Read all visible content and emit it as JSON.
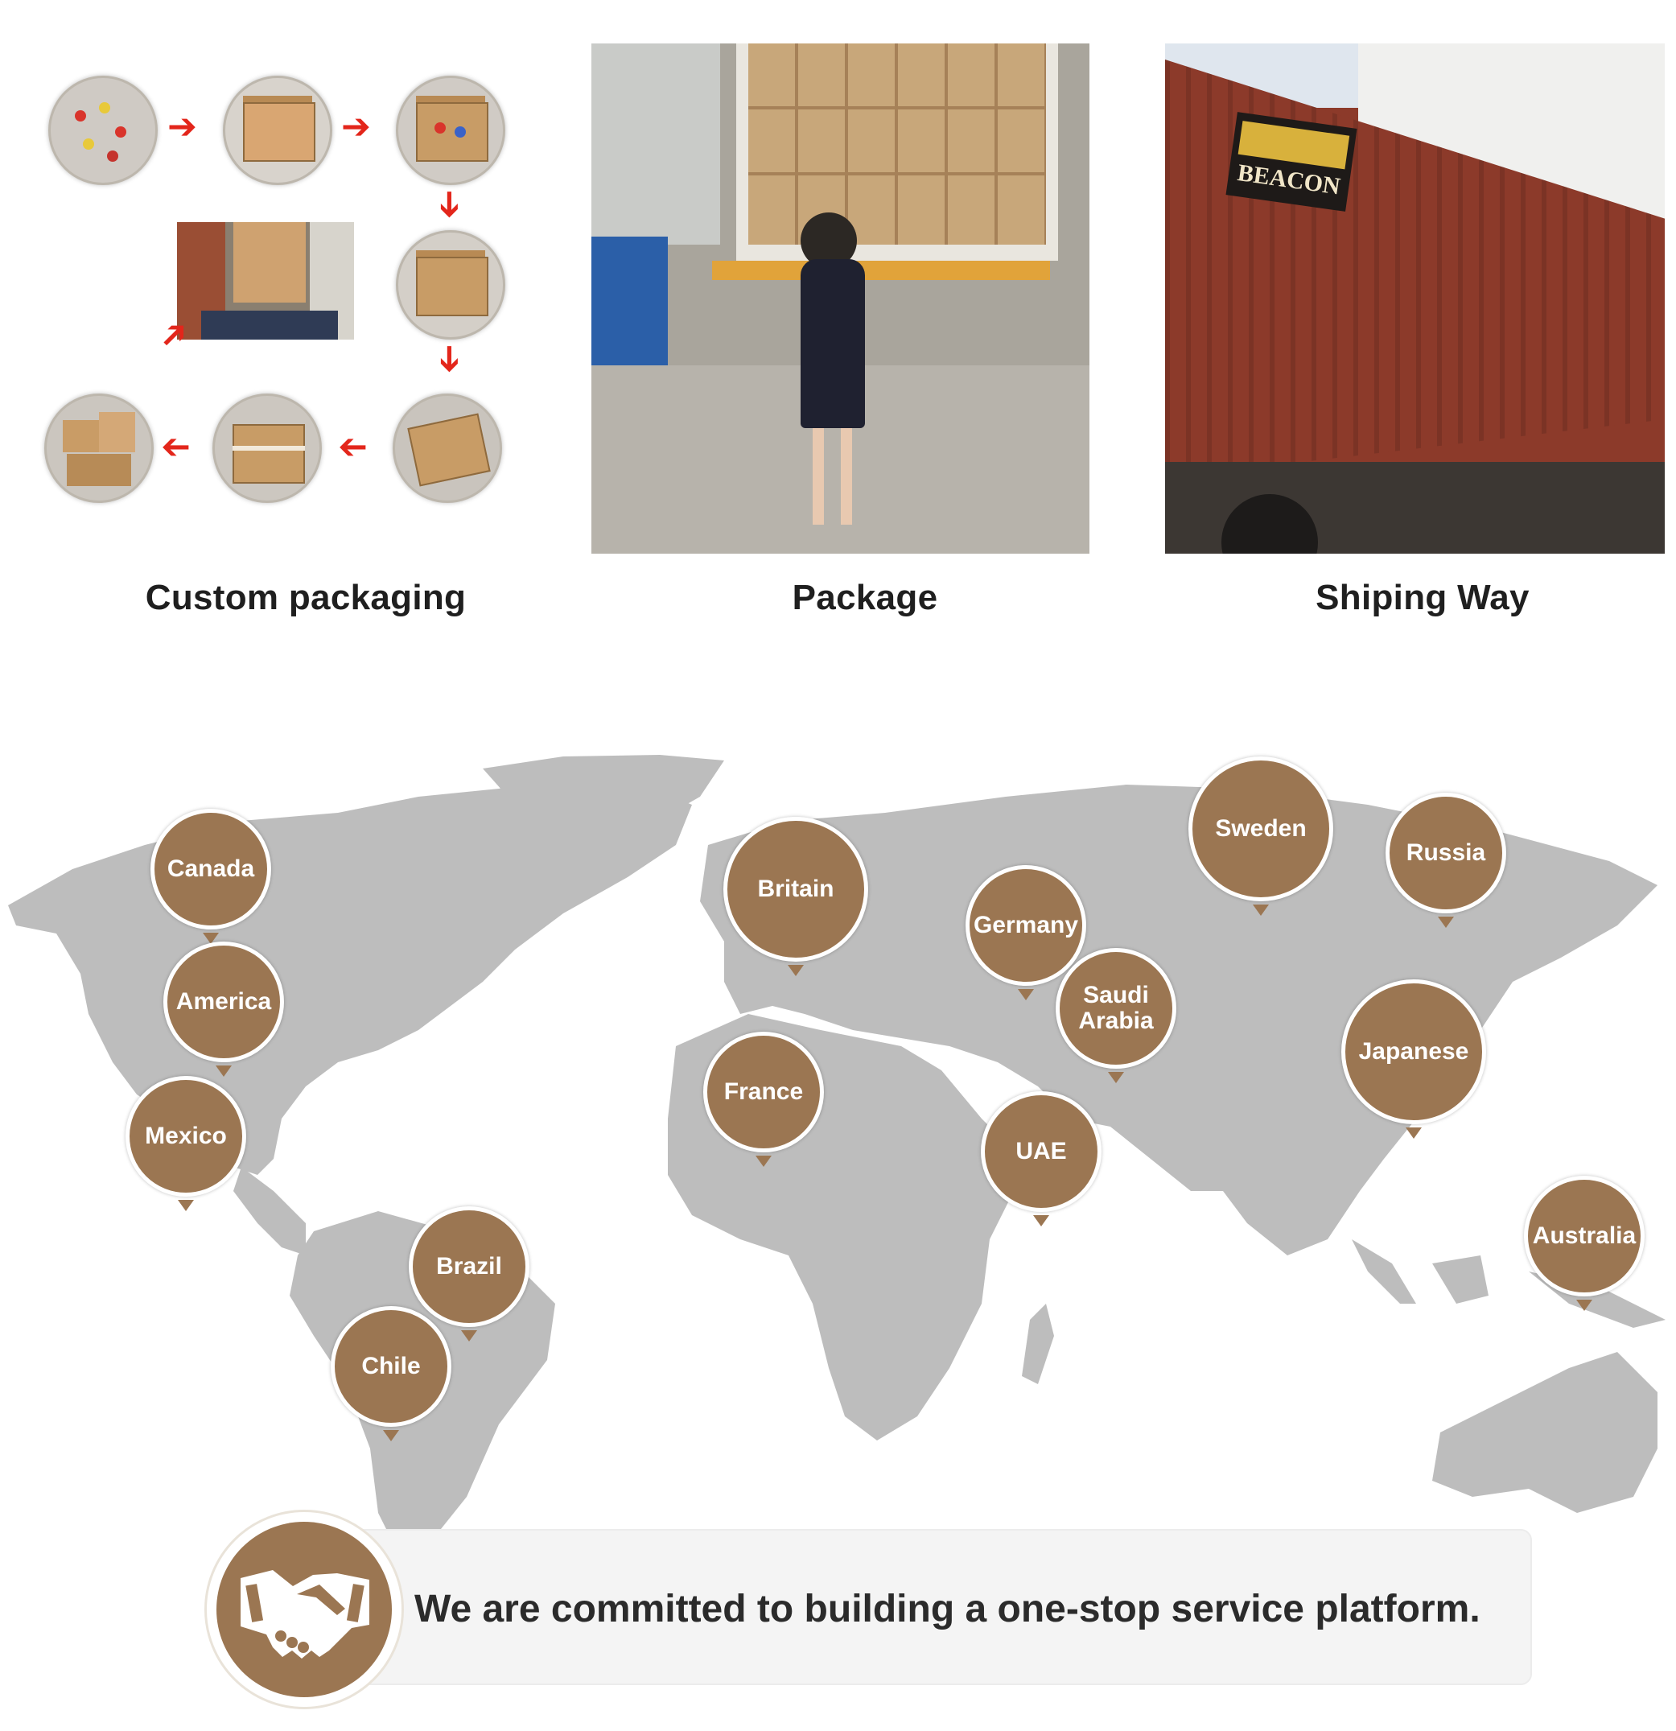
{
  "captions": {
    "custom_packaging": "Custom packaging",
    "package": "Package",
    "shipping_way": "Shiping Way"
  },
  "container_brand": "BEACON",
  "map": {
    "pins": [
      {
        "id": "canada",
        "label": "Canada"
      },
      {
        "id": "america",
        "label": "America"
      },
      {
        "id": "mexico",
        "label": "Mexico"
      },
      {
        "id": "brazil",
        "label": "Brazil"
      },
      {
        "id": "chile",
        "label": "Chile"
      },
      {
        "id": "britain",
        "label": "Britain"
      },
      {
        "id": "france",
        "label": "France"
      },
      {
        "id": "germany",
        "label": "Germany"
      },
      {
        "id": "saudi_arabia",
        "label": "Saudi Arabia"
      },
      {
        "id": "uae",
        "label": "UAE"
      },
      {
        "id": "sweden",
        "label": "Sweden"
      },
      {
        "id": "russia",
        "label": "Russia"
      },
      {
        "id": "japanese",
        "label": "Japanese"
      },
      {
        "id": "australia",
        "label": "Australia"
      }
    ]
  },
  "banner": {
    "text": "We are committed to building a one-stop service platform.",
    "icon": "handshake-icon"
  },
  "colors": {
    "pin": "#9b7652",
    "map": "#bdbdbd",
    "arrow": "#e3261b",
    "container": "#8c3a2a"
  }
}
